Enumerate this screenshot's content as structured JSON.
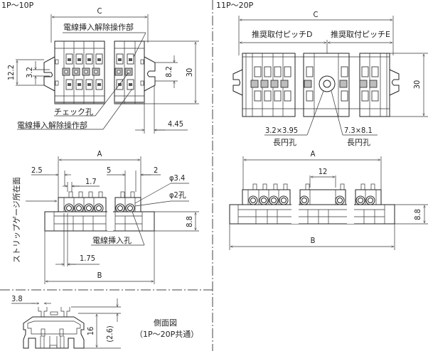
{
  "sections": {
    "left_title": "1P～10P",
    "right_title": "11P～20P"
  },
  "left_top": {
    "dim_c": "C",
    "label_operation_top": "電線挿入解除操作部",
    "label_check_hole": "チェック孔",
    "label_operation_bottom": "電線挿入解除操作部",
    "dim_12_2": "12.2",
    "dim_3_2": "3.2",
    "dim_8_2": "8.2",
    "dim_30": "30",
    "dim_4_45": "4.45"
  },
  "right_top": {
    "dim_c": "C",
    "label_pitch_d": "推奨取付ピッチD",
    "label_pitch_e": "推奨取付ピッチE",
    "dim_30": "30",
    "slot_small": "3.2×3.95",
    "slot_small_label": "長円孔",
    "slot_large": "7.3×8.1",
    "slot_large_label": "長円孔"
  },
  "left_front": {
    "dim_a": "A",
    "dim_2_5": "2.5",
    "dim_5": "5",
    "dim_2": "2",
    "dim_1_7": "1.7",
    "label_phi_3_4": "φ3.4",
    "label_phi_2": "φ2孔",
    "label_strip_gauge": "ストリップゲージ所在面",
    "dim_8_8": "8.8",
    "label_wire_hole": "電線挿入孔",
    "dim_1_75": "1.75",
    "dim_b": "B"
  },
  "right_front": {
    "dim_a": "A",
    "dim_12": "12",
    "dim_8_8": "8.8",
    "dim_b": "B"
  },
  "side_view": {
    "dim_3_8": "3.8",
    "dim_16": "16",
    "dim_2_6": "(2.6)",
    "title": "側面図",
    "subtitle": "（1P～20P共通）"
  }
}
